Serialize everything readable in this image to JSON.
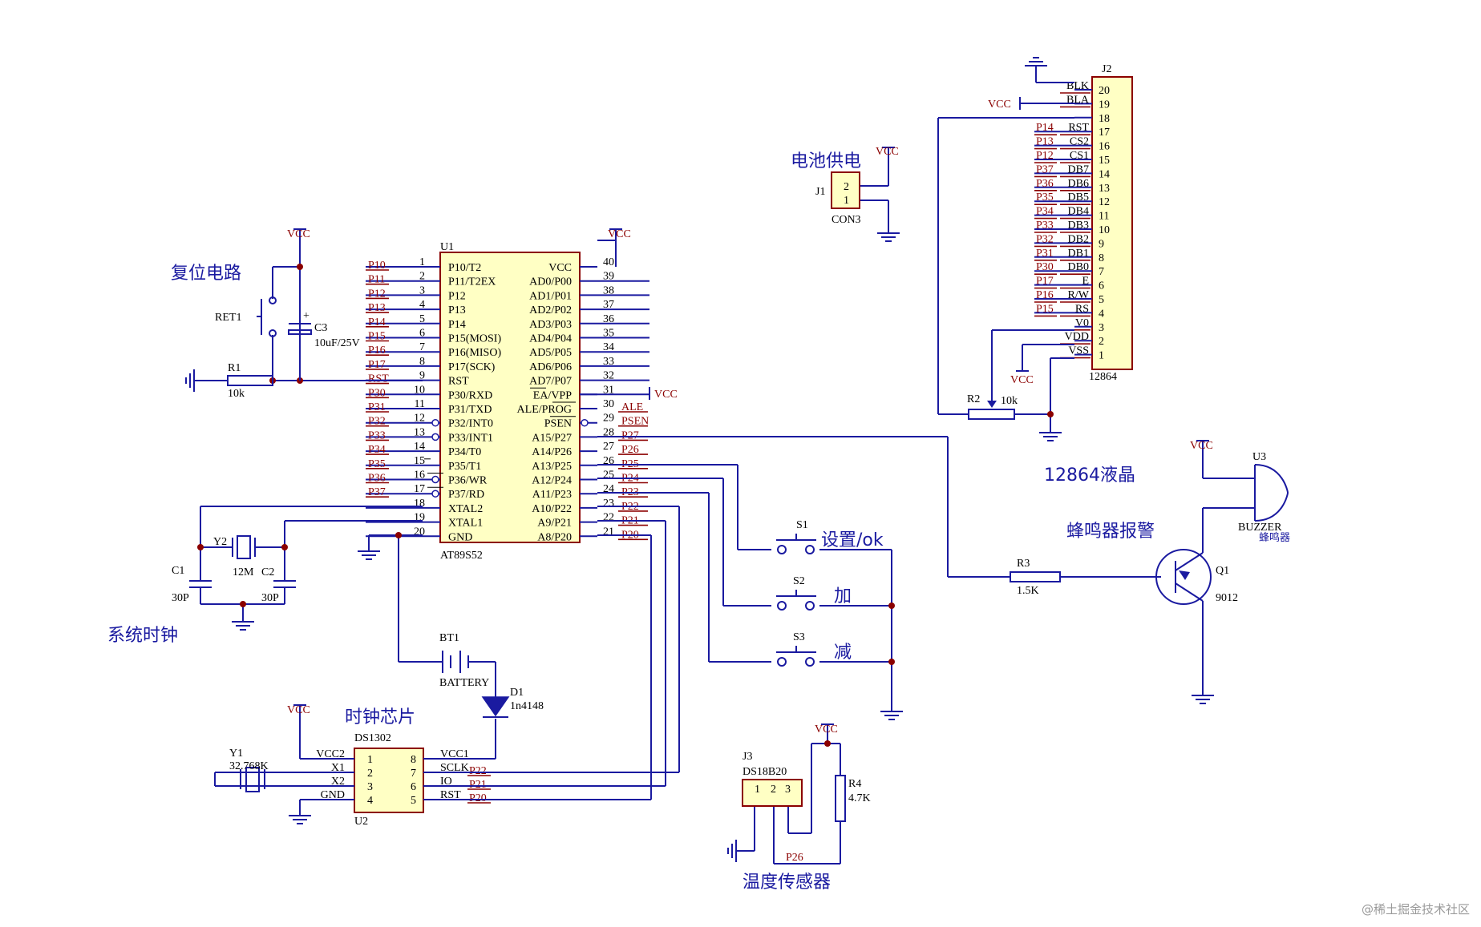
{
  "labels": {
    "reset_circuit": "复位电路",
    "system_clock": "系统时钟",
    "clock_chip": "时钟芯片",
    "battery_supply": "电池供电",
    "lcd": "12864液晶",
    "buzzer_alarm": "蜂鸣器报警",
    "temp_sensor": "温度传感器",
    "set_ok": "设置/ok",
    "plus": "加",
    "minus": "减"
  },
  "power": {
    "vcc": "VCC"
  },
  "u1": {
    "ref": "U1",
    "part": "AT89S52",
    "left_pins": [
      {
        "num": "1",
        "name": "P10/T2",
        "net": "P10"
      },
      {
        "num": "2",
        "name": "P11/T2EX",
        "net": "P11"
      },
      {
        "num": "3",
        "name": "P12",
        "net": "P12"
      },
      {
        "num": "4",
        "name": "P13",
        "net": "P13"
      },
      {
        "num": "5",
        "name": "P14",
        "net": "P14"
      },
      {
        "num": "6",
        "name": "P15(MOSI)",
        "net": "P15"
      },
      {
        "num": "7",
        "name": "P16(MISO)",
        "net": "P16"
      },
      {
        "num": "8",
        "name": "P17(SCK)",
        "net": "P17"
      },
      {
        "num": "9",
        "name": "RST",
        "net": "RST"
      },
      {
        "num": "10",
        "name": "P30/RXD",
        "net": "P30"
      },
      {
        "num": "11",
        "name": "P31/TXD",
        "net": "P31"
      },
      {
        "num": "12",
        "name": "P32/INT0",
        "net": "P32"
      },
      {
        "num": "13",
        "name": "P33/INT1",
        "net": "P33"
      },
      {
        "num": "14",
        "name": "P34/T0",
        "net": "P34"
      },
      {
        "num": "15",
        "name": "P35/T1",
        "net": "P35"
      },
      {
        "num": "16",
        "name": "P36/WR",
        "net": "P36"
      },
      {
        "num": "17",
        "name": "P37/RD",
        "net": "P37"
      },
      {
        "num": "18",
        "name": "XTAL2",
        "net": ""
      },
      {
        "num": "19",
        "name": "XTAL1",
        "net": ""
      },
      {
        "num": "20",
        "name": "GND",
        "net": ""
      }
    ],
    "right_pins": [
      {
        "num": "40",
        "name": "VCC",
        "net": ""
      },
      {
        "num": "39",
        "name": "AD0/P00",
        "net": ""
      },
      {
        "num": "38",
        "name": "AD1/P01",
        "net": ""
      },
      {
        "num": "37",
        "name": "AD2/P02",
        "net": ""
      },
      {
        "num": "36",
        "name": "AD3/P03",
        "net": ""
      },
      {
        "num": "35",
        "name": "AD4/P04",
        "net": ""
      },
      {
        "num": "34",
        "name": "AD5/P05",
        "net": ""
      },
      {
        "num": "33",
        "name": "AD6/P06",
        "net": ""
      },
      {
        "num": "32",
        "name": "AD7/P07",
        "net": ""
      },
      {
        "num": "31",
        "name": "EA/VPP",
        "net": "VCC"
      },
      {
        "num": "30",
        "name": "ALE/PROG",
        "net": "ALE"
      },
      {
        "num": "29",
        "name": "PSEN",
        "net": "PSEN"
      },
      {
        "num": "28",
        "name": "A15/P27",
        "net": "P27"
      },
      {
        "num": "27",
        "name": "A14/P26",
        "net": "P26"
      },
      {
        "num": "26",
        "name": "A13/P25",
        "net": "P25"
      },
      {
        "num": "25",
        "name": "A12/P24",
        "net": "P24"
      },
      {
        "num": "24",
        "name": "A11/P23",
        "net": "P23"
      },
      {
        "num": "23",
        "name": "A10/P22",
        "net": "P22"
      },
      {
        "num": "22",
        "name": "A9/P21",
        "net": "P21"
      },
      {
        "num": "21",
        "name": "A8/P20",
        "net": "P20"
      }
    ]
  },
  "j2": {
    "ref": "J2",
    "part": "12864",
    "pins": [
      {
        "num": "20",
        "name": "BLK",
        "net": ""
      },
      {
        "num": "19",
        "name": "BLA",
        "net": ""
      },
      {
        "num": "18",
        "name": "",
        "net": ""
      },
      {
        "num": "17",
        "name": "RST",
        "net": "P14"
      },
      {
        "num": "16",
        "name": "CS2",
        "net": "P13"
      },
      {
        "num": "15",
        "name": "CS1",
        "net": "P12"
      },
      {
        "num": "14",
        "name": "DB7",
        "net": "P37"
      },
      {
        "num": "13",
        "name": "DB6",
        "net": "P36"
      },
      {
        "num": "12",
        "name": "DB5",
        "net": "P35"
      },
      {
        "num": "11",
        "name": "DB4",
        "net": "P34"
      },
      {
        "num": "10",
        "name": "DB3",
        "net": "P33"
      },
      {
        "num": "9",
        "name": "DB2",
        "net": "P32"
      },
      {
        "num": "8",
        "name": "DB1",
        "net": "P31"
      },
      {
        "num": "7",
        "name": "DB0",
        "net": "P30"
      },
      {
        "num": "6",
        "name": "E",
        "net": "P17"
      },
      {
        "num": "5",
        "name": "R/W",
        "net": "P16"
      },
      {
        "num": "4",
        "name": "RS",
        "net": "P15"
      },
      {
        "num": "3",
        "name": "V0",
        "net": ""
      },
      {
        "num": "2",
        "name": "VDD",
        "net": ""
      },
      {
        "num": "1",
        "name": "VSS",
        "net": ""
      }
    ]
  },
  "u2": {
    "ref": "U2",
    "part": "DS1302",
    "left_pins": [
      {
        "num": "1",
        "name": "VCC2"
      },
      {
        "num": "2",
        "name": "X1"
      },
      {
        "num": "3",
        "name": "X2"
      },
      {
        "num": "4",
        "name": "GND"
      }
    ],
    "right_pins": [
      {
        "num": "8",
        "name": "VCC1",
        "net": ""
      },
      {
        "num": "7",
        "name": "SCLK",
        "net": "P22"
      },
      {
        "num": "6",
        "name": "IO",
        "net": "P21"
      },
      {
        "num": "5",
        "name": "RST",
        "net": "P20"
      }
    ]
  },
  "components": {
    "ret1": "RET1",
    "c3_ref": "C3",
    "c3_val": "10uF/25V",
    "c3_plus": "+",
    "r1_ref": "R1",
    "r1_val": "10k",
    "y2_ref": "Y2",
    "y2_val": "12M",
    "c1_ref": "C1",
    "c1_val": "30P",
    "c2_ref": "C2",
    "c2_val": "30P",
    "bt1_ref": "BT1",
    "bt1_val": "BATTERY",
    "d1_ref": "D1",
    "d1_val": "1n4148",
    "y1_ref": "Y1",
    "y1_val": "32.768K",
    "j1_ref": "J1",
    "j1_val": "CON3",
    "j1_pin2": "2",
    "j1_pin1": "1",
    "r2_ref": "R2",
    "r2_val": "10k",
    "s1": "S1",
    "s2": "S2",
    "s3": "S3",
    "r3_ref": "R3",
    "r3_val": "1.5K",
    "q1_ref": "Q1",
    "q1_val": "9012",
    "u3_ref": "U3",
    "u3_val": "BUZZER",
    "u3_cn": "蜂鸣器",
    "j3_ref": "J3",
    "j3_val": "DS18B20",
    "j3_p1": "1",
    "j3_p2": "2",
    "j3_p3": "3",
    "r4_ref": "R4",
    "r4_val": "4.7K",
    "p26": "P26"
  },
  "watermark": "@稀土掘金技术社区"
}
